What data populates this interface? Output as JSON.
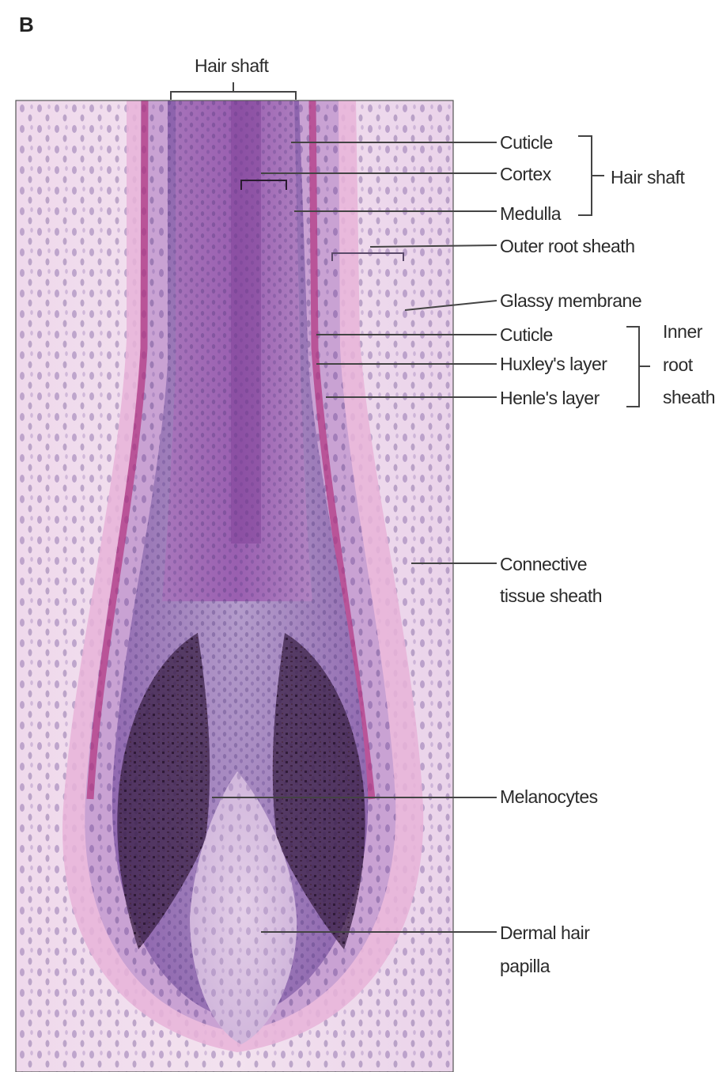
{
  "figure": {
    "panel_letter": "B",
    "top_label": "Hair shaft",
    "labels": {
      "cuticle_1": "Cuticle",
      "cortex": "Cortex",
      "medulla": "Medulla",
      "hair_shaft_group": "Hair shaft",
      "outer_root_sheath": "Outer root sheath",
      "glassy_membrane": "Glassy membrane",
      "cuticle_2": "Cuticle",
      "huxleys_layer": "Huxley's layer",
      "henles_layer": "Henle's layer",
      "inner_root_sheath_1": "Inner",
      "inner_root_sheath_2": "root",
      "inner_root_sheath_3": "sheath",
      "connective_tissue_sheath_1": "Connective",
      "connective_tissue_sheath_2": "tissue sheath",
      "melanocytes": "Melanocytes",
      "dermal_hair_papilla_1": "Dermal hair",
      "dermal_hair_papilla_2": "papilla"
    },
    "colors": {
      "stain_pink": "#e6a6d2",
      "stain_purple": "#8a5aa8",
      "stain_dark": "#3a1f45",
      "background": "#ffffff"
    }
  }
}
